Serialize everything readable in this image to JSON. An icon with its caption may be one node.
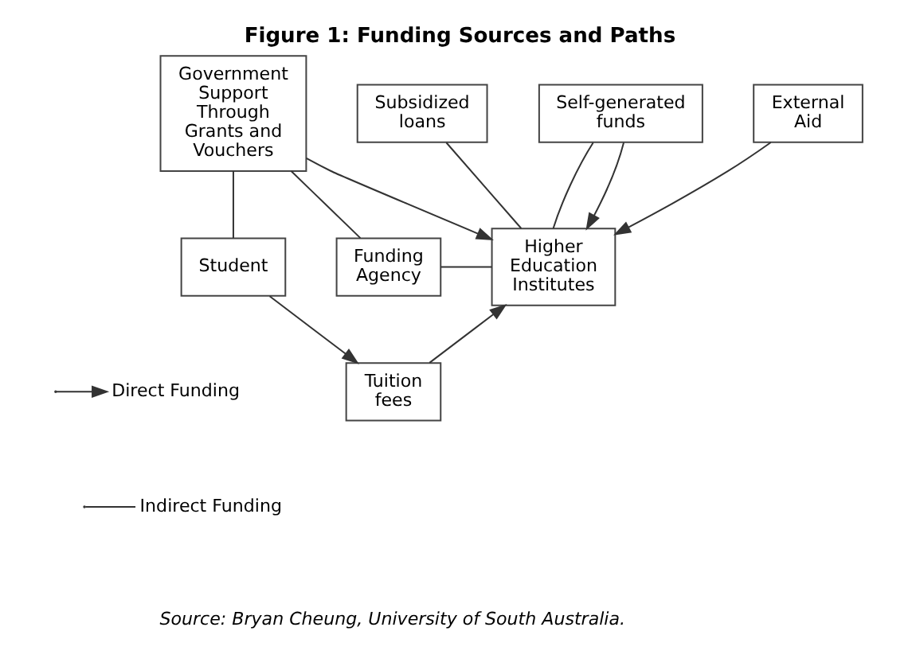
{
  "diagram": {
    "title": "Figure 1: Funding Sources and Paths",
    "caption": "Source: Bryan Cheung, University of South Australia.",
    "nodes": [
      {
        "text": [
          "Government Support Through Grants and Vouchers"
        ]
      },
      {
        "text": [
          "Subsidized loans"
        ]
      },
      {
        "text": [
          "Self-generated funds"
        ]
      },
      {
        "text": [
          "External Aid"
        ]
      },
      {
        "text": [
          "Higher Education Institutes"
        ]
      },
      {
        "text": [
          "Student"
        ]
      },
      {
        "text": [
          "Funding Agency"
        ]
      },
      {
        "text": [
          "Tuition fees"
        ]
      }
    ],
    "edges": [
      {
        "from": 0,
        "to": 5,
        "arrow": "none"
      },
      {
        "from": 0,
        "to": 6,
        "arrow": "none"
      },
      {
        "from": 0,
        "to": 4,
        "arrow": "to"
      },
      {
        "from": 1,
        "to": 4,
        "arrow": "none"
      },
      {
        "from": 2,
        "to": 4,
        "arrow": "none"
      },
      {
        "from": 2,
        "to": 4,
        "arrow": "to"
      },
      {
        "from": 3,
        "to": 4,
        "arrow": "to"
      },
      {
        "from": 6,
        "to": 4,
        "arrow": "none"
      },
      {
        "from": 5,
        "to": 7,
        "arrow": "to"
      },
      {
        "from": 7,
        "to": 4,
        "arrow": "to"
      }
    ],
    "legend": [
      {
        "text": "Direct Funding"
      },
      {
        "text": "Indirect Funding"
      }
    ]
  }
}
